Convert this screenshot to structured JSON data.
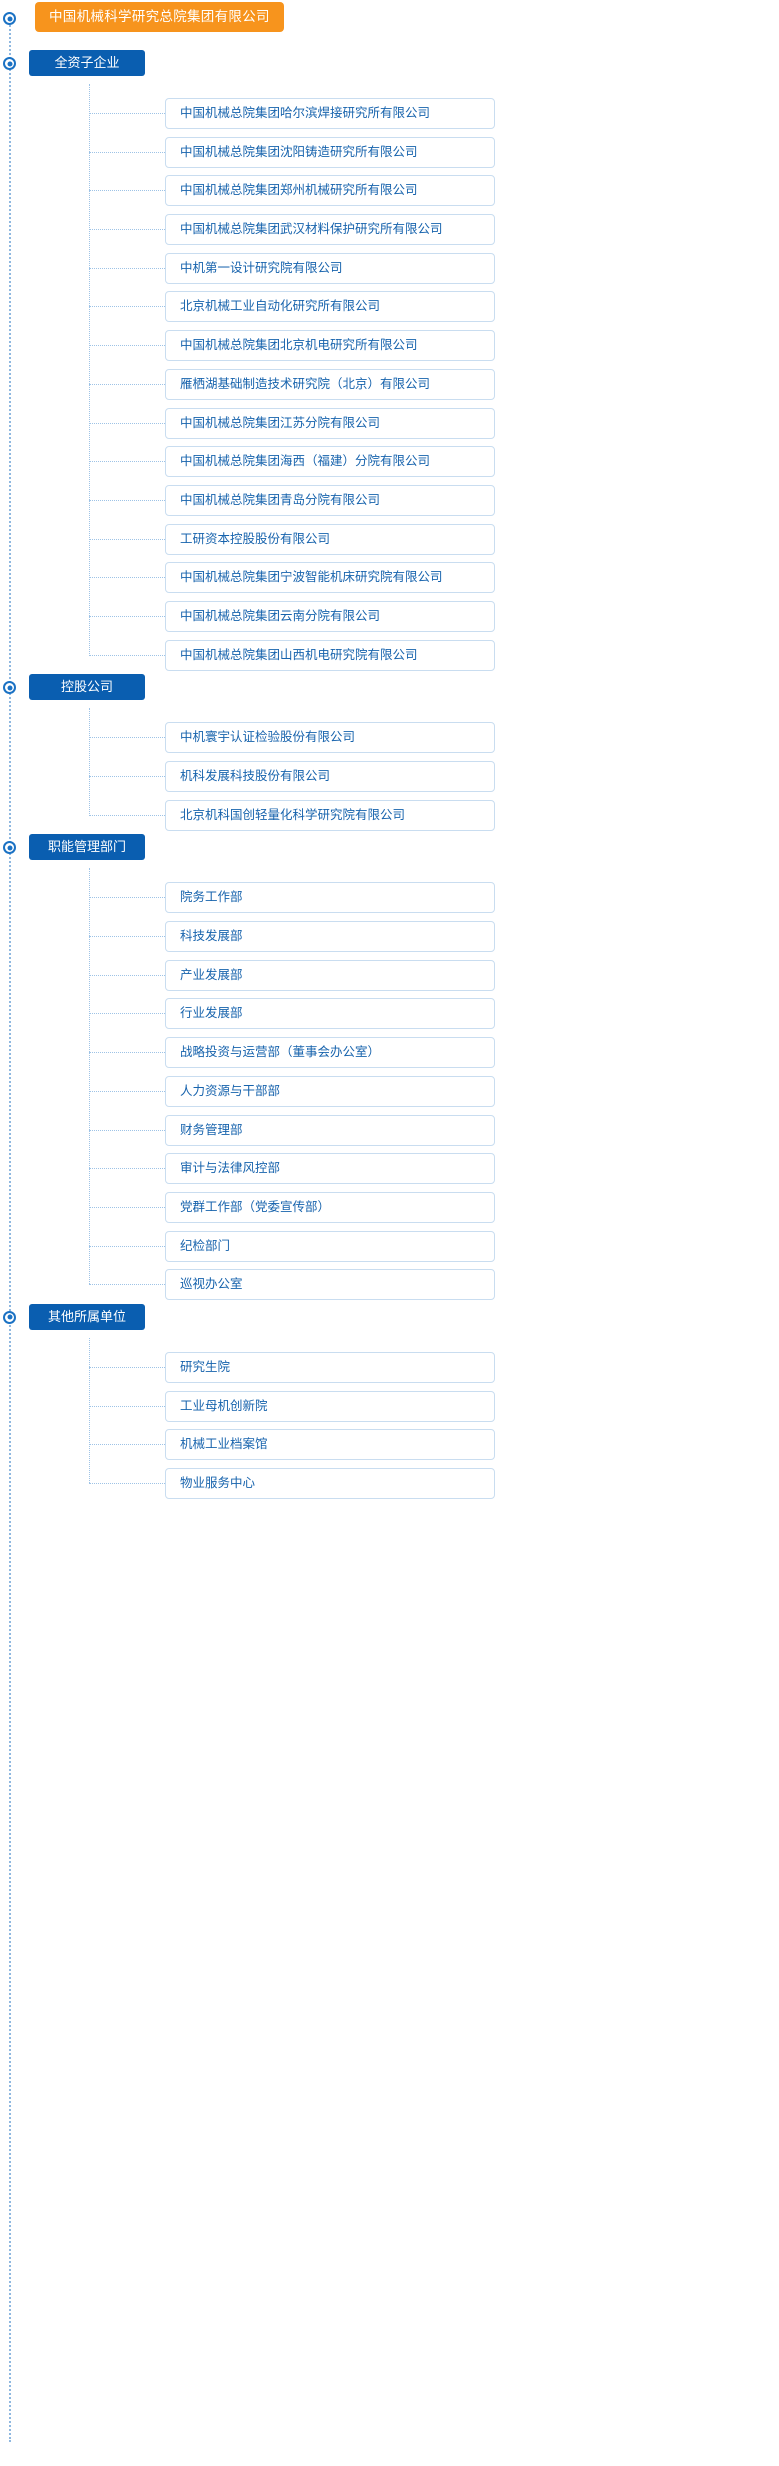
{
  "root": {
    "label": "中国机械科学研究总院集团有限公司",
    "color": "#f7941d"
  },
  "theme": {
    "section_color": "#0a5eb0",
    "item_text_color": "#1763ad",
    "item_border_color": "#c9ddf0",
    "connector_color": "#9ec3e6"
  },
  "sections": [
    {
      "title": "全资子企业",
      "items": [
        "中国机械总院集团哈尔滨焊接研究所有限公司",
        "中国机械总院集团沈阳铸造研究所有限公司",
        "中国机械总院集团郑州机械研究所有限公司",
        "中国机械总院集团武汉材料保护研究所有限公司",
        "中机第一设计研究院有限公司",
        "北京机械工业自动化研究所有限公司",
        "中国机械总院集团北京机电研究所有限公司",
        "雁栖湖基础制造技术研究院（北京）有限公司",
        "中国机械总院集团江苏分院有限公司",
        "中国机械总院集团海西（福建）分院有限公司",
        "中国机械总院集团青岛分院有限公司",
        "工研资本控股股份有限公司",
        "中国机械总院集团宁波智能机床研究院有限公司",
        "中国机械总院集团云南分院有限公司",
        "中国机械总院集团山西机电研究院有限公司"
      ]
    },
    {
      "title": "控股公司",
      "items": [
        "中机寰宇认证检验股份有限公司",
        "机科发展科技股份有限公司",
        "北京机科国创轻量化科学研究院有限公司"
      ]
    },
    {
      "title": "职能管理部门",
      "items": [
        "院务工作部",
        "科技发展部",
        "产业发展部",
        "行业发展部",
        "战略投资与运营部（董事会办公室）",
        "人力资源与干部部",
        "财务管理部",
        "审计与法律风控部",
        "党群工作部（党委宣传部）",
        "纪检部门",
        "巡视办公室"
      ]
    },
    {
      "title": "其他所属单位",
      "items": [
        "研究生院",
        "工业母机创新院",
        "机械工业档案馆",
        "物业服务中心"
      ]
    }
  ]
}
